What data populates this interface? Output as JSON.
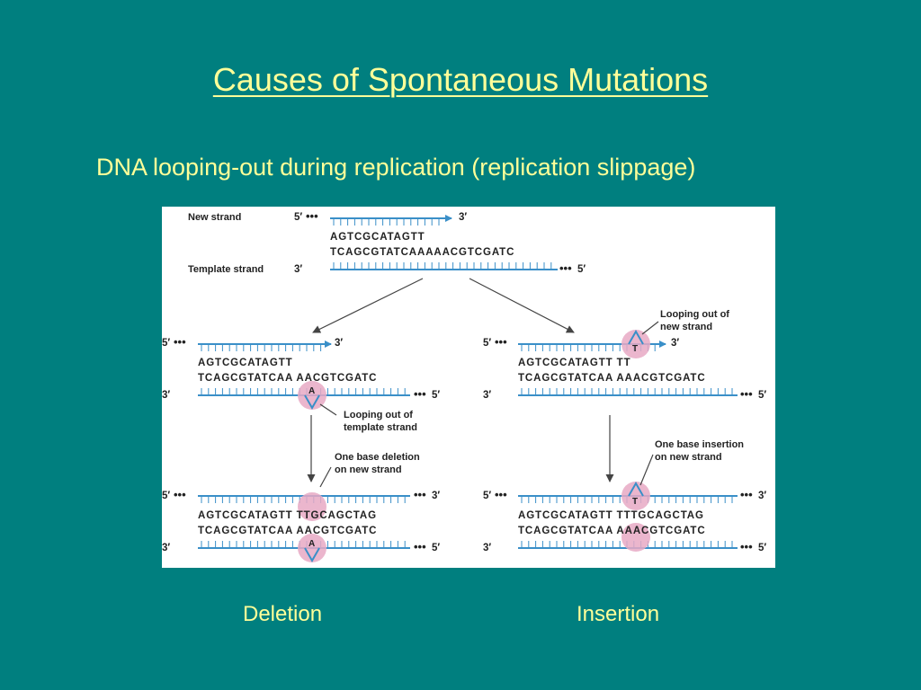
{
  "slide": {
    "title": "Causes of Spontaneous Mutations",
    "subtitle": "DNA looping-out during replication (replication slippage)",
    "captions": {
      "deletion": "Deletion",
      "insertion": "Insertion"
    }
  },
  "diagram": {
    "colors": {
      "strand": "#3a8fc8",
      "highlight": "#e8a9c4",
      "text": "#222222",
      "arrow": "#444444"
    },
    "top": {
      "new_strand_label": "New strand",
      "template_strand_label": "Template strand",
      "new_seq": "AGTCGCATAGTT",
      "template_seq": "TCAGCGTATCAAAAACGTCGATC",
      "five_prime": "5′",
      "three_prime": "3′"
    },
    "left_mid": {
      "new_seq": "AGTCGCATAGTT",
      "template_seq": "TCAGCGTATCAA AACGTCGATC",
      "loop_base": "A",
      "loop_label_line1": "Looping out of",
      "loop_label_line2": "template strand"
    },
    "left_bottom": {
      "new_seq": "AGTCGCATAGTT TTGCAGCTAG",
      "template_seq": "TCAGCGTATCAA AACGTCGATC",
      "loop_base": "A",
      "label_line1": "One base deletion",
      "label_line2": "on new strand"
    },
    "right_mid": {
      "new_seq": "AGTCGCATAGTT TT",
      "template_seq": "TCAGCGTATCAA AAACGTCGATC",
      "loop_base": "T",
      "loop_label_line1": "Looping out of",
      "loop_label_line2": "new strand"
    },
    "right_bottom": {
      "new_seq": "AGTCGCATAGTT TTTGCAGCTAG",
      "template_seq": "TCAGCGTATCAA AAACGTCGATC",
      "loop_base": "T",
      "label_line1": "One base insertion",
      "label_line2": "on new strand"
    }
  }
}
